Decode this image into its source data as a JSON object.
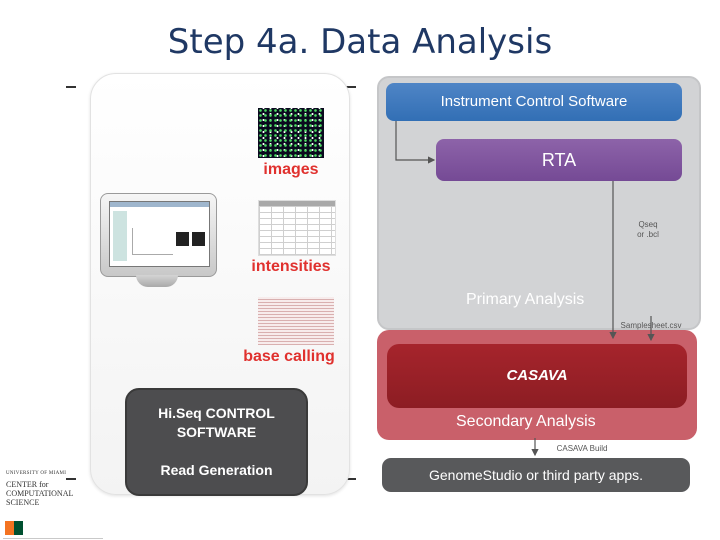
{
  "title": "Step 4a. Data Analysis",
  "left": {
    "thumb_labels": {
      "images": "images",
      "intensities": "intensities",
      "base_calling": "base calling"
    },
    "hiseq_box": {
      "title": "Hi.Seq CONTROL\nSOFTWARE",
      "subtitle": "Read Generation"
    }
  },
  "right": {
    "instrument_control": "Instrument Control Software",
    "rta": "RTA",
    "primary_analysis": "Primary Analysis",
    "casava": "CASAVA",
    "secondary_analysis": "Secondary Analysis",
    "genome_studio": "GenomeStudio or third party apps.",
    "notes": {
      "qseq": "Qseq\nor .bcl",
      "samplesheet": "Samplesheet.csv",
      "casava_build": "CASAVA Build"
    }
  },
  "logo": {
    "university": "UNIVERSITY OF MIAMI",
    "center": "CENTER for\nCOMPUTATIONAL\nSCIENCE"
  },
  "colors": {
    "title": "#1f3864",
    "accent_red": "#e0312e",
    "ics_blue": "#326fb5",
    "rta_purple": "#754a95",
    "casava_red": "#8c1d23",
    "secondary_pink": "#c9606a",
    "genome_gray": "#58595b",
    "logo_orange": "#f47321",
    "logo_green": "#005030"
  }
}
